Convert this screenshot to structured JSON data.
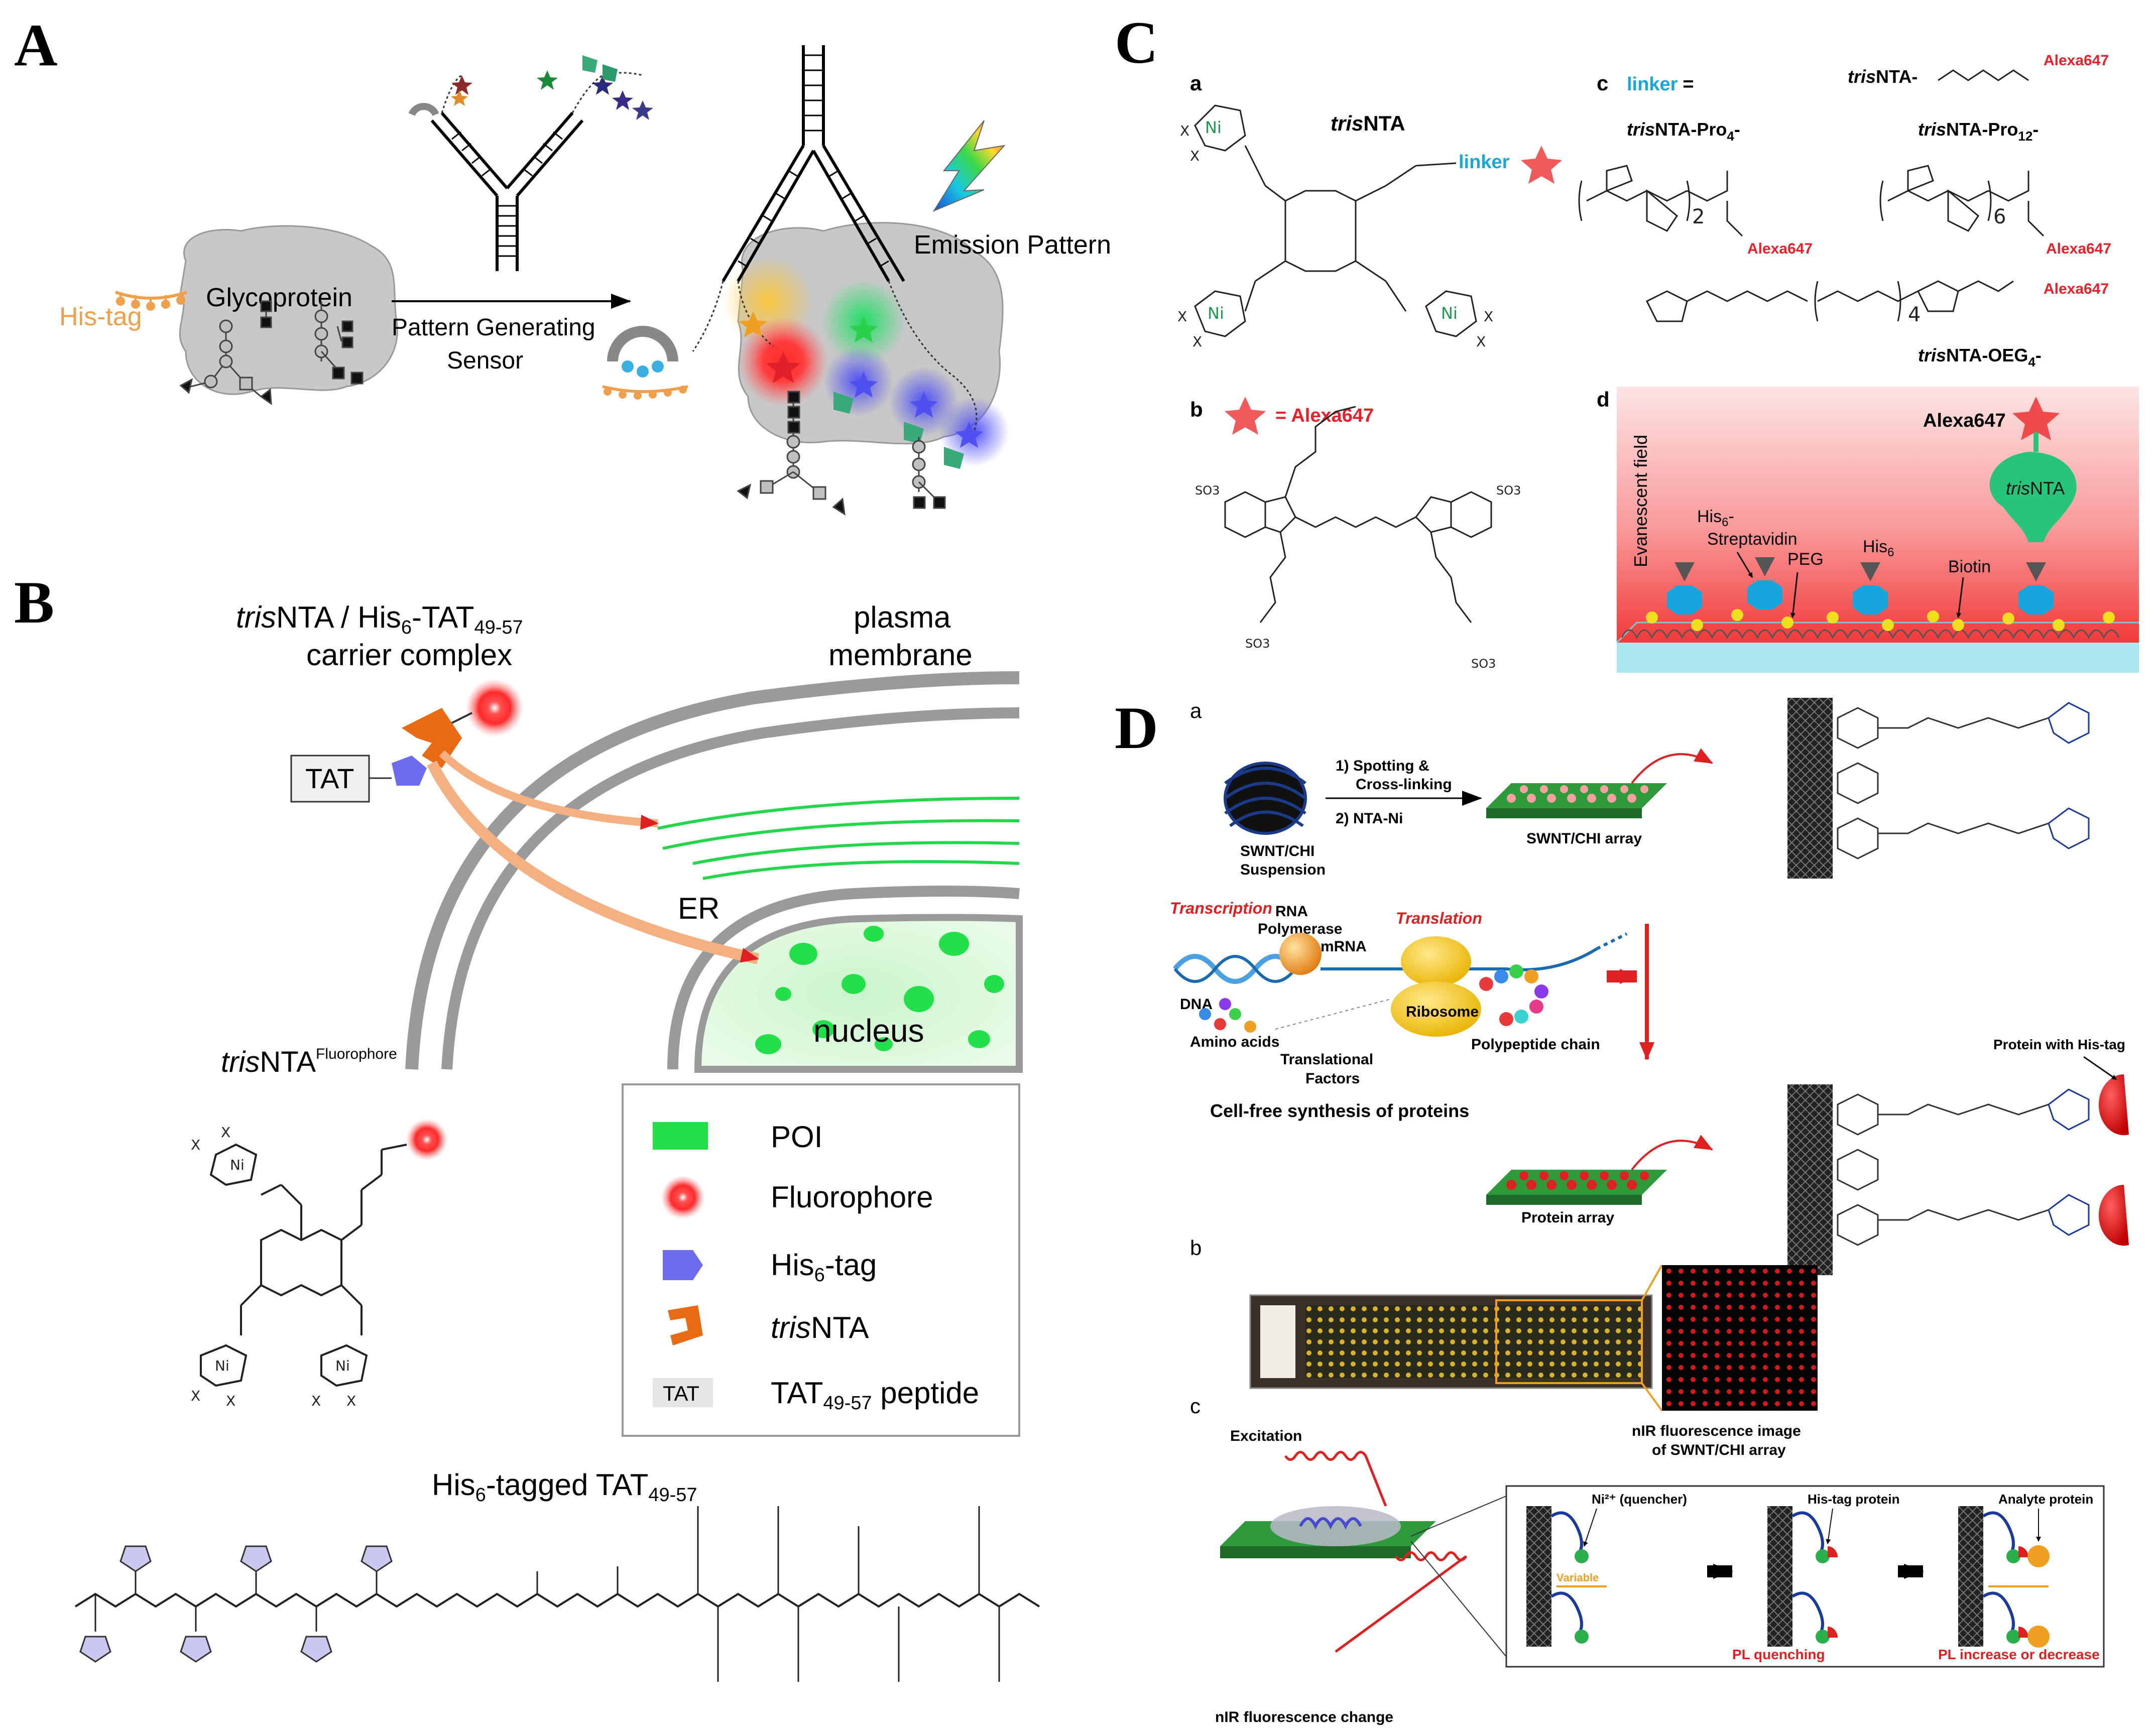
{
  "panels": {
    "A": {
      "letter": "A",
      "his_tag": "His-tag",
      "glycoprotein": "Glycoprotein",
      "arrow_label_1": "Pattern Generating",
      "arrow_label_2": "Sensor",
      "emission": "Emission Pattern"
    },
    "B": {
      "letter": "B",
      "carrier_title_1_italic": "tris",
      "carrier_title_1_rest": "NTA / His",
      "carrier_title_1_sub": "6",
      "carrier_title_1_tail": "-TAT",
      "carrier_title_1_sub2": "49-57",
      "carrier_title_2": "carrier complex",
      "plasma_1": "plasma",
      "plasma_2": "membrane",
      "tat_box": "TAT",
      "er": "ER",
      "nucleus": "nucleus",
      "trisnta_fluor_italic": "tris",
      "trisnta_fluor_rest": "NTA",
      "trisnta_fluor_sup": "Fluorophore",
      "legend": [
        {
          "label": "POI"
        },
        {
          "label": "Fluorophore"
        },
        {
          "label": "His",
          "sub": "6",
          "tail": "-tag"
        },
        {
          "label_italic": "tris",
          "label": "NTA"
        },
        {
          "icon_text": "TAT",
          "label": "TAT",
          "sub": "49-57",
          "tail": " peptide"
        }
      ],
      "his6_tat_title": "His",
      "his6_tat_sub": "6",
      "his6_tat_rest": "-tagged TAT",
      "his6_tat_sub2": "49-57",
      "ni": "Ni",
      "x": "X"
    },
    "C": {
      "letter": "C",
      "a": {
        "label": "a",
        "trisnta_italic": "tris",
        "trisnta_rest": "NTA",
        "linker": "linker",
        "ni": "Ni",
        "x": "X"
      },
      "b": {
        "label": "b",
        "alexa": "= Alexa647",
        "so3": "SO3"
      },
      "c": {
        "label": "c",
        "linker_eq": "linker",
        "eq": "=",
        "trisnta_dash": "NTA-",
        "alexa": "Alexa647",
        "pro4_italic": "tris",
        "pro4_rest": "NTA-Pro",
        "pro4_sub": "4",
        "pro12_italic": "tris",
        "pro12_rest": "NTA-Pro",
        "pro12_sub": "12",
        "oeg_italic": "tris",
        "oeg_rest": "NTA-OEG",
        "oeg_sub": "4",
        "n2": "2",
        "n6": "6",
        "n4": "4"
      },
      "d": {
        "label": "d",
        "alexa": "Alexa647",
        "evanescent": "Evanescent field",
        "his6strep_1": "His",
        "his6strep_sub": "6",
        "his6strep_2": "Streptavidin",
        "peg": "PEG",
        "his6": "His",
        "his6_sub": "6",
        "biotin": "Biotin",
        "trisnta_italic": "tris",
        "trisnta_rest": "NTA"
      }
    },
    "D": {
      "letter": "D",
      "a": {
        "label": "a",
        "step1": "1) Spotting &",
        "step1b": "Cross-linking",
        "step2": "2) NTA-Ni",
        "swnt_susp_1": "SWNT/CHI",
        "swnt_susp_2": "Suspension",
        "swnt_array": "SWNT/CHI array",
        "transcription": "Transcription",
        "rna_pol_1": "RNA",
        "rna_pol_2": "Polymerase",
        "translation": "Translation",
        "mrna": "mRNA",
        "dna": "DNA",
        "ribosome": "Ribosome",
        "amino": "Amino acids",
        "trans_factors_1": "Translational",
        "trans_factors_2": "Factors",
        "polypeptide": "Polypeptide chain",
        "cell_free": "Cell-free synthesis of proteins",
        "protein_array": "Protein array",
        "protein_his": "Protein with His-tag"
      },
      "b": {
        "label": "b",
        "nir_1": "nIR fluorescence image",
        "nir_2": "of SWNT/CHI array"
      },
      "c": {
        "label": "c",
        "excitation": "Excitation",
        "nir_change": "nIR fluorescence change",
        "ni_quencher": "Ni²⁺ (quencher)",
        "his_tag_protein": "His-tag protein",
        "analyte": "Analyte protein",
        "variable": "Variable",
        "pl_quench": "PL quenching",
        "pl_inc": "PL increase or decrease"
      }
    }
  },
  "colors": {
    "orange_tag": "#f0a04a",
    "red_star": "#e8323a",
    "green_er": "#22d84a",
    "trisnta_orange": "#e86a12",
    "his_blue": "#6b6cf0",
    "streptavidin": "#14a6dc",
    "trisnta_green": "#27c57a",
    "array_green": "#2e9a3c",
    "alexa_red": "#e8202a",
    "linker_cyan": "#18a8d8"
  }
}
